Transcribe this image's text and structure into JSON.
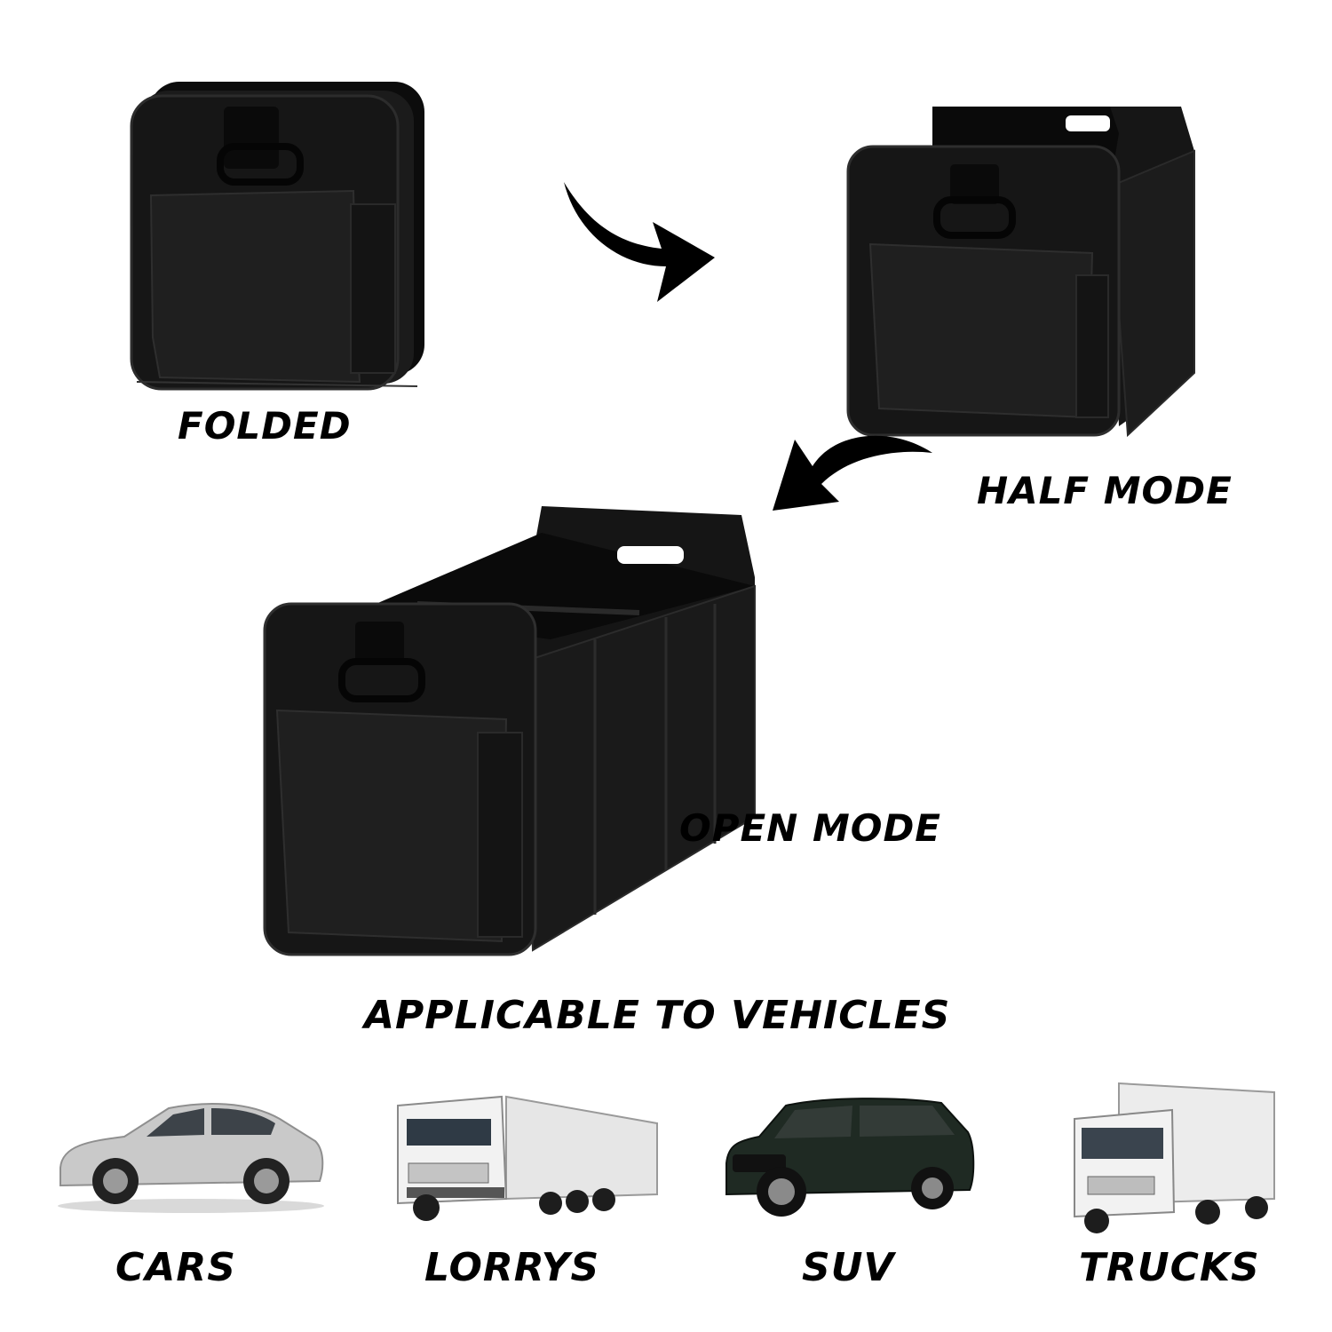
{
  "modes": {
    "folded": "FOLDED",
    "half": "HALF MODE",
    "open": "OPEN MODE"
  },
  "heading": "APPLICABLE TO VEHICLES",
  "vehicles": [
    {
      "label": "CARS",
      "icon": "silver-sedan-image"
    },
    {
      "label": "LORRYS",
      "icon": "semi-truck-lorry-image"
    },
    {
      "label": "SUV",
      "icon": "green-suv-image"
    },
    {
      "label": "TRUCKS",
      "icon": "box-truck-image"
    }
  ],
  "colors": {
    "organizer": "#141414",
    "background": "#ffffff",
    "text": "#000000"
  }
}
